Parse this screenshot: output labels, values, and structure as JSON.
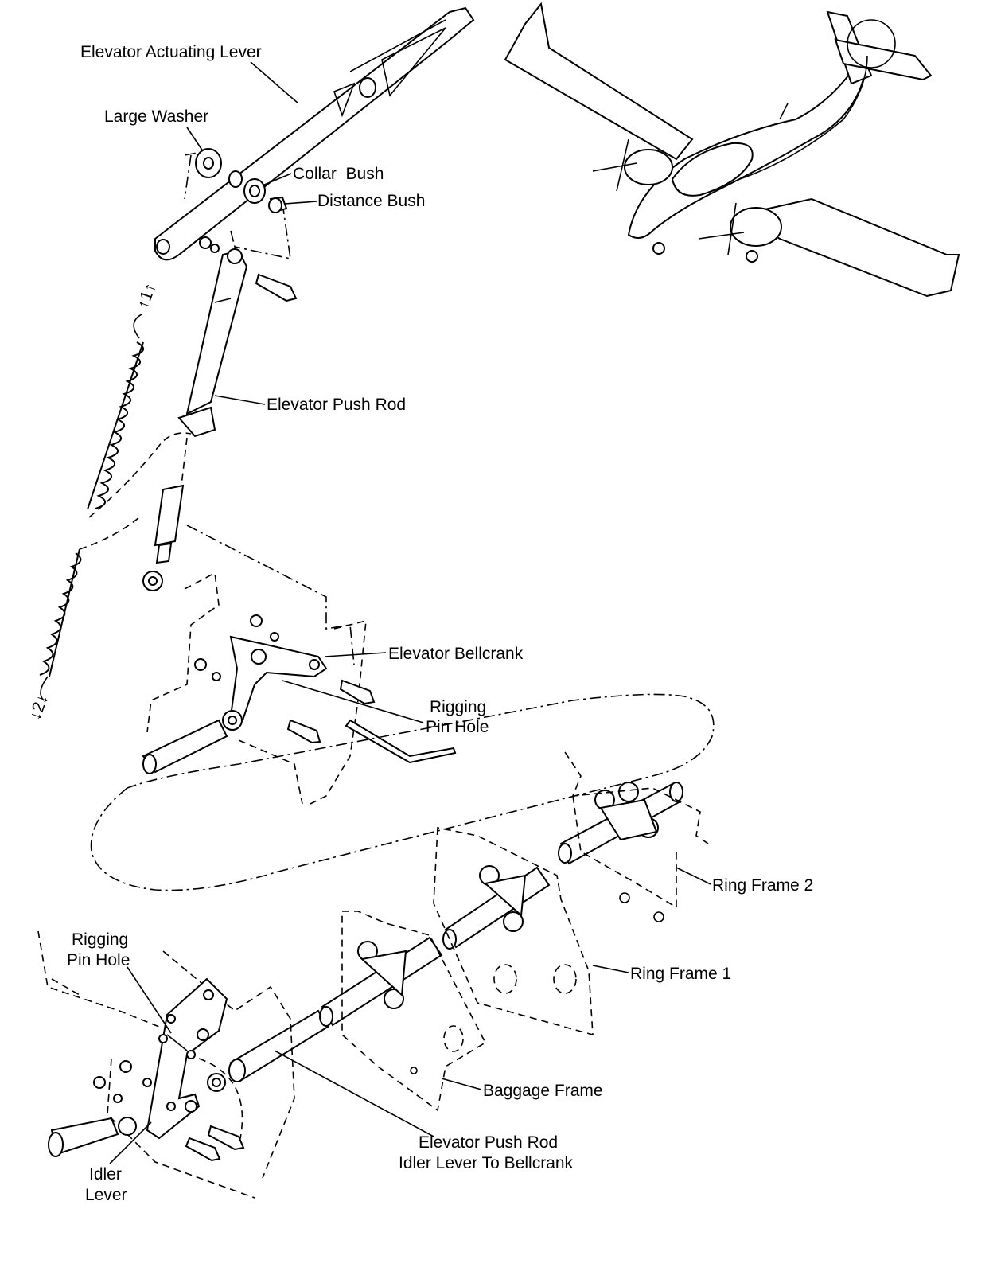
{
  "labels": {
    "elevator_actuating_lever": "Elevator Actuating Lever",
    "large_washer": "Large Washer",
    "collar_bush": "Collar  Bush",
    "distance_bush": "Distance Bush",
    "elevator_push_rod": "Elevator Push Rod",
    "elevator_bellcrank": "Elevator Bellcrank",
    "rigging_pin_hole_upper_1": "Rigging",
    "rigging_pin_hole_upper_2": "Pin Hole",
    "ring_frame_2": "Ring Frame 2",
    "ring_frame_1": "Ring Frame 1",
    "rigging_pin_hole_lower_1": "Rigging",
    "rigging_pin_hole_lower_2": "Pin Hole",
    "baggage_frame": "Baggage Frame",
    "push_rod_idler_1": "Elevator Push Rod",
    "push_rod_idler_2": "Idler Lever To Bellcrank",
    "idler_lever_1": "Idler",
    "idler_lever_2": "Lever"
  }
}
